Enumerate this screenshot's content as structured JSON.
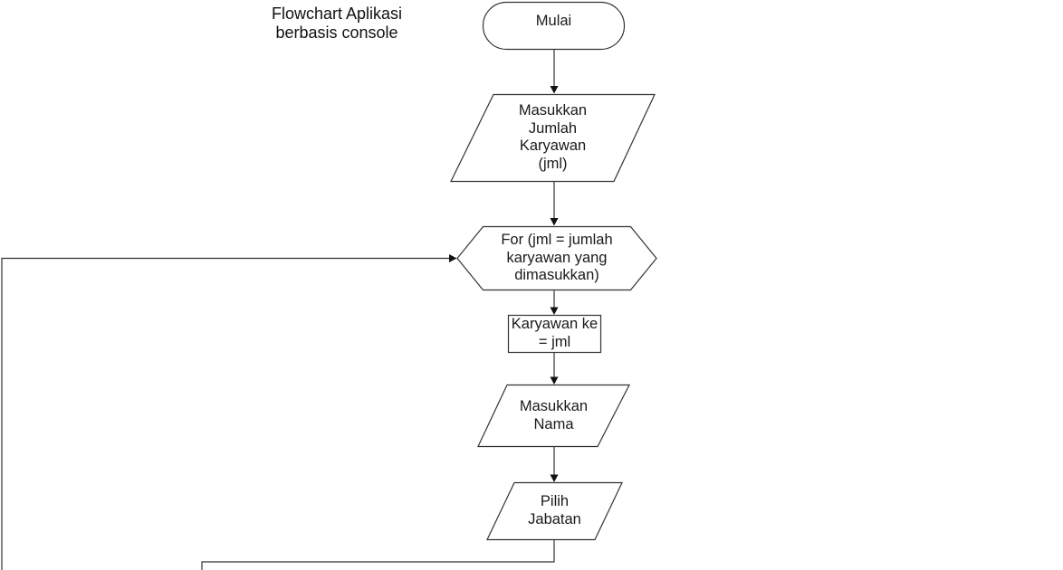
{
  "title": "Flowchart Aplikasi\nberbasis console",
  "diagram": {
    "nodes": [
      {
        "id": "start",
        "type": "terminator",
        "label": "Mulai"
      },
      {
        "id": "input-jumlah-karyawan",
        "type": "data-input-parallelogram",
        "label": "Masukkan\nJumlah\nKaryawan\n(jml)"
      },
      {
        "id": "for-loop",
        "type": "loop-hexagon",
        "label": "For (jml = jumlah\nkaryawan yang\ndimasukkan)"
      },
      {
        "id": "karyawan-ke",
        "type": "process-rectangle",
        "label": "Karyawan ke\n= jml"
      },
      {
        "id": "input-nama",
        "type": "data-input-parallelogram",
        "label": "Masukkan\nNama"
      },
      {
        "id": "pilih-jabatan",
        "type": "data-input-parallelogram",
        "label": "Pilih\nJabatan"
      }
    ],
    "edges": [
      {
        "from": "start",
        "to": "input-jumlah-karyawan"
      },
      {
        "from": "input-jumlah-karyawan",
        "to": "for-loop"
      },
      {
        "from": "offscreen-left-loopback",
        "to": "for-loop"
      },
      {
        "from": "for-loop",
        "to": "karyawan-ke"
      },
      {
        "from": "karyawan-ke",
        "to": "input-nama"
      },
      {
        "from": "input-nama",
        "to": "pilih-jabatan"
      },
      {
        "from": "pilih-jabatan",
        "to": "offscreen-bottom-left"
      }
    ]
  },
  "colors": {
    "stroke": "#333333",
    "text": "#1a1a1a",
    "background": "#ffffff"
  }
}
